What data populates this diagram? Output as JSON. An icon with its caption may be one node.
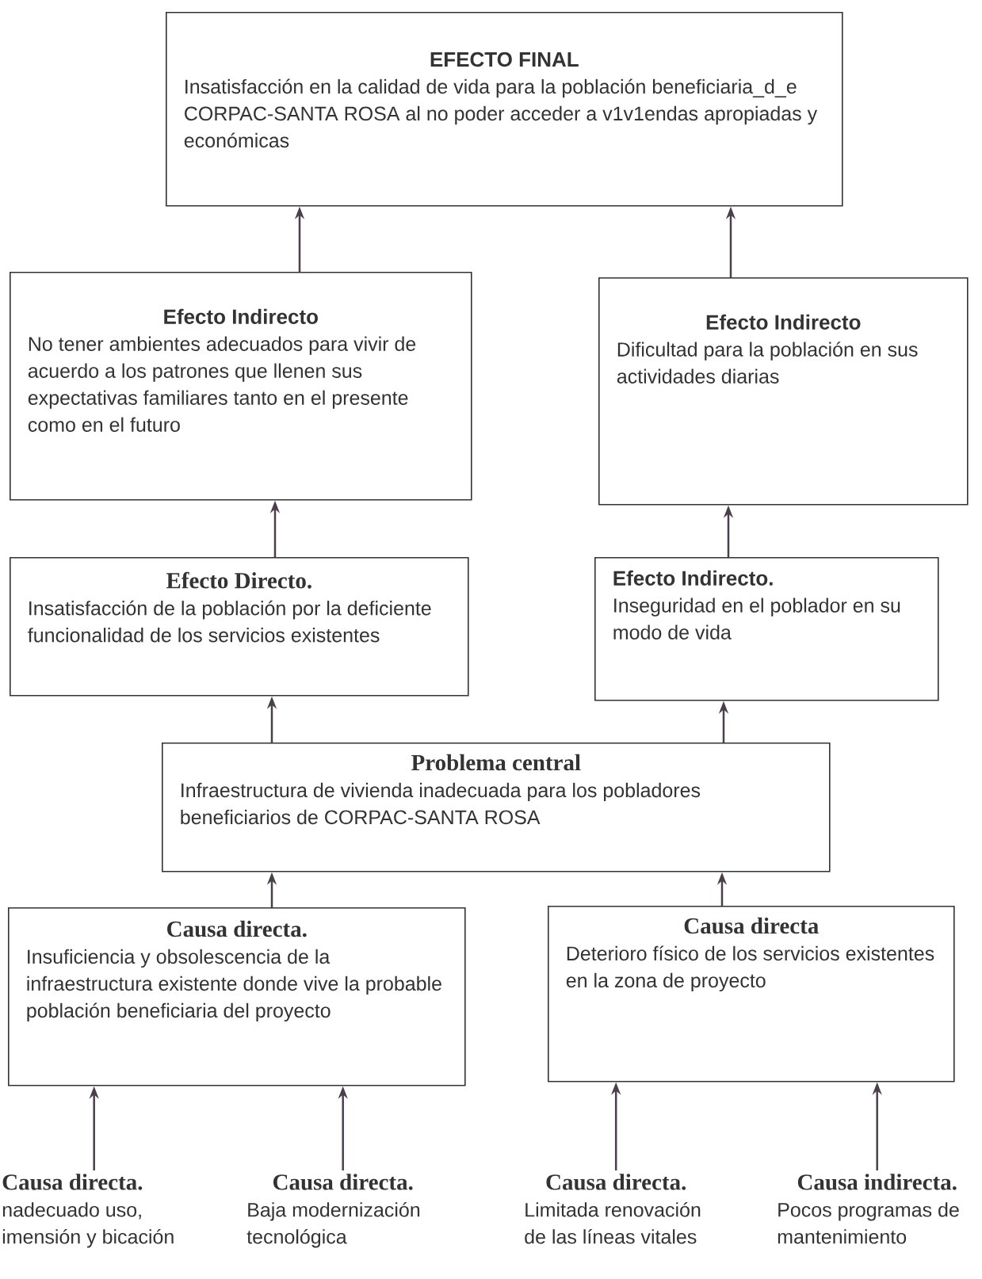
{
  "diagram": {
    "nodes": [
      {
        "text": [
          "EFECTO FINAL",
          "Insatisfacción en la calidad de vida para la población beneficiaria_d_e CORPAC-SANTA ROSA al no poder acceder a v1v1endas apropiadas y económicas"
        ]
      },
      {
        "text": [
          "Efecto Indirecto",
          "No tener ambientes adecuados para vivir de acuerdo a los patrones que llenen sus expectativas familiares tanto en el presente como en el futuro"
        ]
      },
      {
        "text": [
          "Efecto Indirecto",
          "Dificultad para la población en sus actividades diarias"
        ]
      },
      {
        "text": [
          "Efecto Directo.",
          "Insatisfacción de la población por la deficiente funcionalidad de los servicios existentes"
        ]
      },
      {
        "text": [
          "Efecto Indirecto.",
          "Inseguridad en el poblador en su modo de vida"
        ]
      },
      {
        "text": [
          "Problema central",
          "Infraestructura de vivienda inadecuada para los pobladores beneficiarios de CORPAC-SANTA ROSA"
        ]
      },
      {
        "text": [
          "Causa directa.",
          "Insuficiencia y obsolescencia de la infraestructura existente donde vive la probable población beneficiaria del proyecto"
        ]
      },
      {
        "text": [
          "Causa directa",
          "Deterioro físico de los servicios existentes en la zona de proyecto"
        ]
      },
      {
        "text": [
          "Causa directa.",
          "nadecuado uso, imensión y bicación"
        ]
      },
      {
        "text": [
          "Causa directa.",
          "Baja modernización tecnológica"
        ]
      },
      {
        "text": [
          "Causa directa.",
          "Limitada renovación de las líneas vitales"
        ]
      },
      {
        "text": [
          "Causa indirecta.",
          "Pocos programas de mantenimiento"
        ]
      }
    ],
    "edges": [
      {
        "from": 1,
        "to": 0,
        "arrow": "to"
      },
      {
        "from": 2,
        "to": 0,
        "arrow": "to"
      },
      {
        "from": 3,
        "to": 1,
        "arrow": "to"
      },
      {
        "from": 4,
        "to": 2,
        "arrow": "to"
      },
      {
        "from": 5,
        "to": 3,
        "arrow": "to"
      },
      {
        "from": 5,
        "to": 4,
        "arrow": "to"
      },
      {
        "from": 6,
        "to": 5,
        "arrow": "to"
      },
      {
        "from": 7,
        "to": 5,
        "arrow": "to"
      },
      {
        "from": 8,
        "to": 6,
        "arrow": "to"
      },
      {
        "from": 9,
        "to": 6,
        "arrow": "to"
      },
      {
        "from": 10,
        "to": 7,
        "arrow": "to"
      },
      {
        "from": 11,
        "to": 7,
        "arrow": "to"
      }
    ]
  }
}
